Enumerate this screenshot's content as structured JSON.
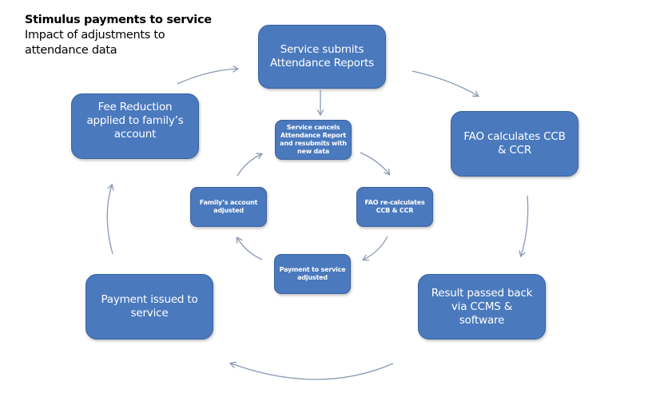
{
  "title": {
    "main": "Stimulus payments to service",
    "subtitle_line1": "Impact of adjustments to",
    "subtitle_line2": "attendance data"
  },
  "outer_cycle": [
    {
      "id": "service-submits",
      "label": "Service submits Attendance Reports"
    },
    {
      "id": "fao-calculates",
      "label": "FAO calculates CCB & CCR"
    },
    {
      "id": "result-passed-back",
      "label": "Result passed back via CCMS & software"
    },
    {
      "id": "payment-issued",
      "label": "Payment issued to service"
    },
    {
      "id": "fee-reduction",
      "label": "Fee Reduction applied to family’s account"
    }
  ],
  "inner_cycle": [
    {
      "id": "service-cancels",
      "label": "Service cancels Attendance Report and resubmits with new data"
    },
    {
      "id": "fao-recalculates",
      "label": "FAO re-calculates CCB & CCR"
    },
    {
      "id": "payment-adjusted",
      "label": "Payment to service adjusted"
    },
    {
      "id": "family-account-adjusted",
      "label": "Family’s account adjusted"
    }
  ],
  "colors": {
    "box_fill": "#4a79bd",
    "box_border": "#3a62a0",
    "arrow": "#8a99b4",
    "text_on_box": "#ffffff"
  }
}
